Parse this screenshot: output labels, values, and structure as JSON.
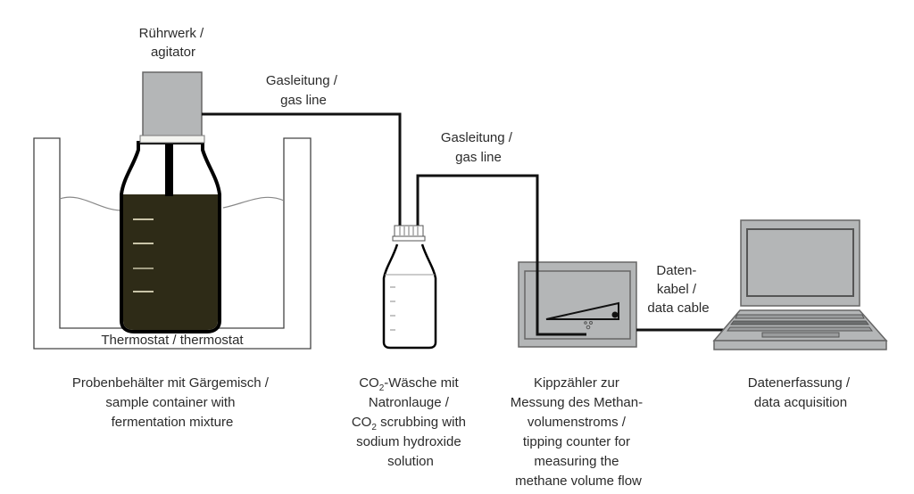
{
  "diagram": {
    "type": "experimental-setup",
    "colors": {
      "fermentation_mixture": "#2e2b17",
      "device_gray": "#b4b6b7",
      "line": "#111111",
      "text": "#2b2b2b"
    },
    "labels": {
      "agitator": [
        "Rührwerk /",
        "agitator"
      ],
      "gas_line_1": [
        "Gasleitung /",
        "gas line"
      ],
      "gas_line_2": [
        "Gasleitung /",
        "gas line"
      ],
      "thermostat": "Thermostat / thermostat",
      "data_cable": [
        "Daten-",
        "kabel /",
        "data cable"
      ],
      "sample_container": [
        "Probenbehälter mit Gärgemisch /",
        "sample container with",
        "fermentation mixture"
      ],
      "co2_scrubbing": {
        "line1_pre": "CO",
        "line1_sub": "2",
        "line1_post": "-Wäsche mit",
        "line2": "Natronlauge /",
        "line3_pre": "CO",
        "line3_sub": "2",
        "line3_post": " scrubbing with",
        "line4": "sodium hydroxide",
        "line5": "solution"
      },
      "tipping_counter": [
        "Kippzähler zur",
        "Messung des Methan-",
        "volumenstroms /",
        "tipping counter for",
        "measuring the",
        "methane volume flow"
      ],
      "data_acquisition": [
        "Datenerfassung /",
        "data acquisition"
      ]
    }
  }
}
